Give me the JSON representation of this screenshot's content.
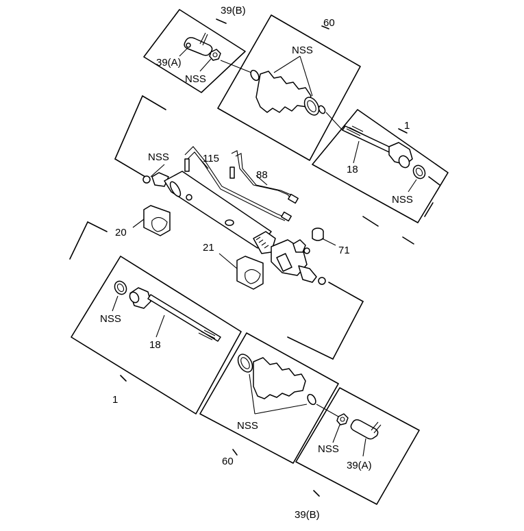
{
  "diagram": {
    "labels": {
      "p39b_top": "39(B)",
      "p39a_top": "39(A)",
      "nss_top_nut": "NSS",
      "p60_top": "60",
      "nss_top_boot": "NSS",
      "p1_top": "1",
      "p18_top": "18",
      "nss_top_washer": "NSS",
      "nss_rack": "NSS",
      "p115": "115",
      "p88": "88",
      "p20": "20",
      "p21": "21",
      "p71": "71",
      "nss_bottom_washer": "NSS",
      "p18_bottom": "18",
      "p1_bottom": "1",
      "nss_bottom_boot": "NSS",
      "p60_bottom": "60",
      "nss_bottom_nut": "NSS",
      "p39a_bottom": "39(A)",
      "p39b_bottom": "39(B)"
    }
  }
}
